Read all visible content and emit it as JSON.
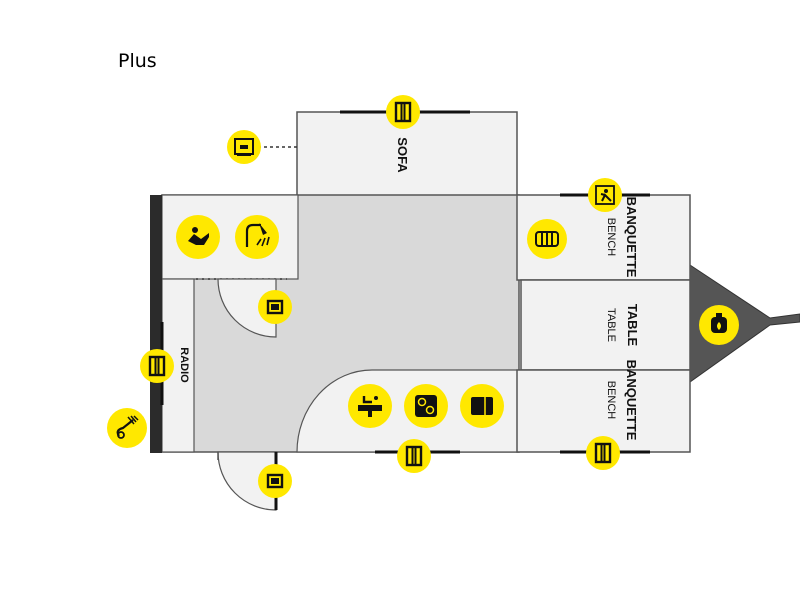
{
  "title": "Plus",
  "labels": {
    "sofa": "SOFA",
    "banquette_top": "BANQUETTE",
    "bench_top": "BENCH",
    "table_bold": "TABLE",
    "table_thin": "TABLE",
    "banquette_bottom": "BANQUETTE",
    "bench_bottom": "BENCH",
    "radio": "RADIO"
  },
  "colors": {
    "icon_yellow": "#ffe800",
    "floor_gray": "#d8d8d8",
    "room_light": "#f2f2f2",
    "wall_dark": "#2b2b2b",
    "hitch_gray": "#555555",
    "outline": "#555555"
  },
  "icons": [
    "window-icon",
    "tv-icon",
    "window-icon",
    "emergency-exit-icon",
    "toilet-icon",
    "shower-icon",
    "heater-icon",
    "door-icon",
    "window-icon",
    "propane-tank-icon",
    "outdoor-shower-icon",
    "sink-icon",
    "stove-icon",
    "fridge-icon",
    "window-icon",
    "window-icon",
    "door-icon"
  ]
}
